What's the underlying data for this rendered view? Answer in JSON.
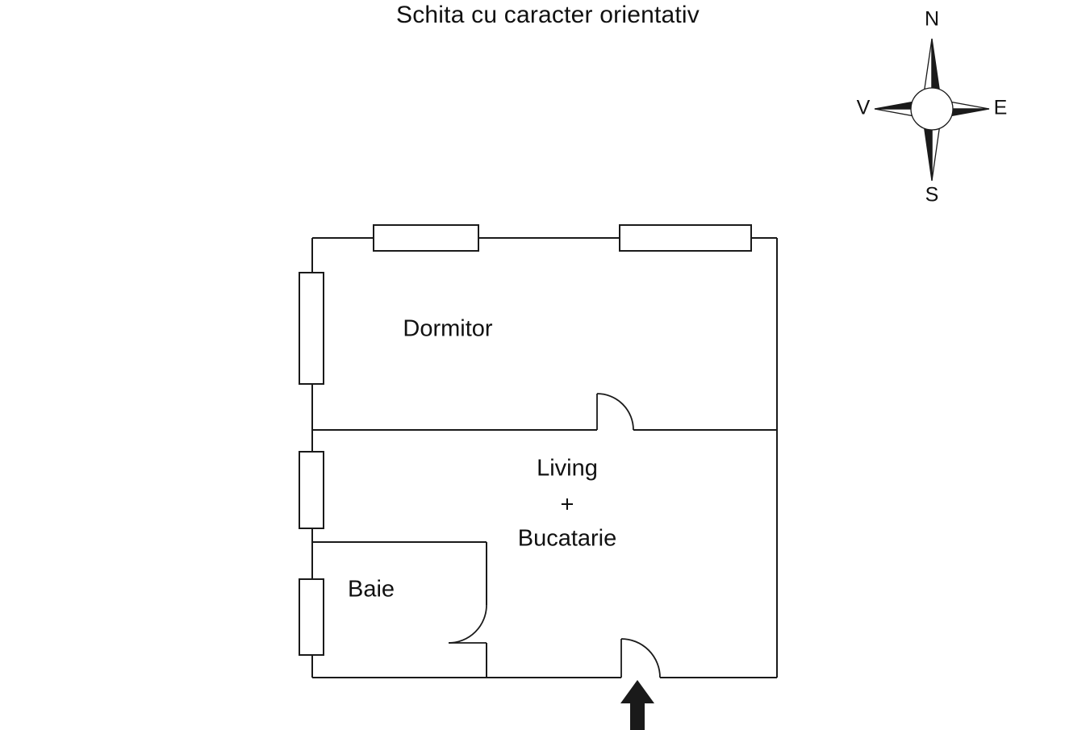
{
  "title": "Schita cu caracter orientativ",
  "compass": {
    "north": "N",
    "south": "S",
    "east": "E",
    "west": "V"
  },
  "rooms": {
    "dormitor": "Dormitor",
    "living_line1": "Living",
    "living_line2": "+",
    "living_line3": "Bucatarie",
    "baie": "Baie"
  },
  "colors": {
    "line": "#1a1a1a",
    "background": "#ffffff",
    "arrow": "#1a1a1a"
  }
}
